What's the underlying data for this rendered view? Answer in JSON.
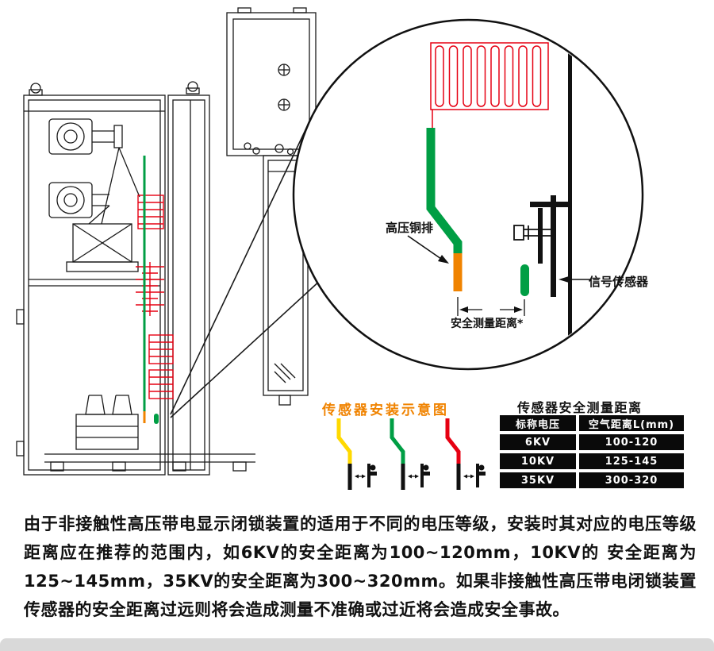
{
  "colors": {
    "red": "#e60012",
    "green": "#009e44",
    "orange": "#f08300",
    "yellow": "#ffd900",
    "line": "#1a1a1a"
  },
  "magnifier": {
    "busbar_label": "高压铜排",
    "sensor_label": "信号传感器",
    "distance_label": "安全测量距离*"
  },
  "install": {
    "title": "传感器安装示意图"
  },
  "table": {
    "title": "传感器安全测量距离",
    "headers": [
      "标称电压",
      "空气距离L(mm)"
    ],
    "rows": [
      {
        "voltage": "6KV",
        "distance": "100-120"
      },
      {
        "voltage": "10KV",
        "distance": "125-145"
      },
      {
        "voltage": "35KV",
        "distance": "300-320"
      }
    ]
  },
  "footer": {
    "paragraph": "由于非接触性高压带电显示闭锁装置的适用于不同的电压等级，安装时其对应的电压等级距离应在推荐的范围内，如6KV的安全距离为100~120mm，10KV的 安全距离为125~145mm，35KV的安全距离为300~320mm。如果非接触性高压带电闭锁装置传感器的安全距离过远则将会造成测量不准确或过近将会造成安全事故。"
  }
}
